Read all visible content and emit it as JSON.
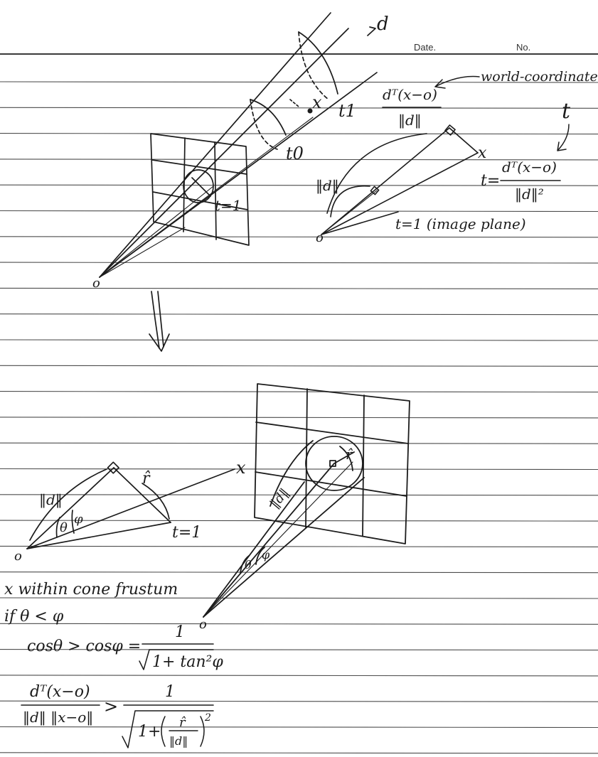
{
  "header": {
    "date_label": "Date.",
    "no_label": "No."
  },
  "top_figure": {
    "direction_label": "d",
    "point_label": "x",
    "t1_label": "t1",
    "t0_label": "t0",
    "t_equals_one": "t=1",
    "origin_label": "o"
  },
  "top_right": {
    "world_coordinate": "world-coordinate",
    "projection_numerator": "dᵀ(x−o)",
    "projection_denominator": "‖d‖",
    "t_symbol": "t",
    "point_label": "x",
    "t_formula_lhs": "t=",
    "t_formula_numerator": "dᵀ(x−o)",
    "t_formula_denominator": "‖d‖²",
    "d_norm_label": "‖d‖",
    "image_plane_label": "t=1 (image plane)",
    "origin_label": "o"
  },
  "bottom_left": {
    "d_norm_label": "‖d‖",
    "r_hat_label": "r̂",
    "x_label": "x",
    "theta_label": "θ",
    "phi_label": "φ",
    "t_equals_one": "t=1",
    "origin_label": "o"
  },
  "bottom_right": {
    "d_norm_label": "‖d‖",
    "r_hat_label": "r̂",
    "theta_label": "θ",
    "phi_label": "φ",
    "origin_label": "o"
  },
  "notes": {
    "line1": "x  within cone frustum",
    "line2": "if  θ < φ",
    "line3_lhs": "cosθ > cosφ =",
    "line3_numerator": "1",
    "line3_denominator": "1+ tan²φ",
    "line4_numerator": "dᵀ(x−o)",
    "line4_denominator": "‖d‖ ‖x−o‖",
    "line4_relation": ">",
    "line4_rhs_numerator": "1",
    "line4_rhs_one_plus": "1+",
    "line4_rhs_fraction_num": "r̂",
    "line4_rhs_fraction_den": "‖d‖",
    "line4_rhs_exponent": "2"
  }
}
